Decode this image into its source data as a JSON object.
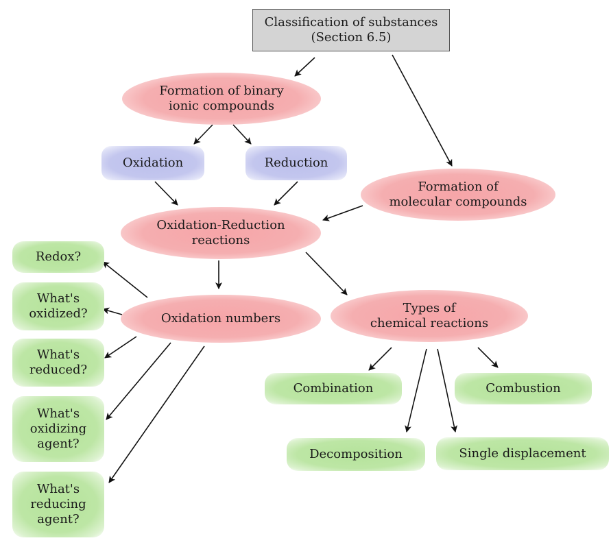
{
  "diagram": {
    "colors": {
      "root_fill": "#d4d4d4",
      "root_border": "#555555",
      "red_node": "#f6a5a8",
      "blue_node": "#bcc0ec",
      "green_node": "#b5e39b",
      "arrow": "#111111"
    },
    "nodes": {
      "classification": "Classification of substances\n(Section 6.5)",
      "binary_ionic": "Formation of binary\nionic compounds",
      "oxidation": "Oxidation",
      "reduction": "Reduction",
      "molecular": "Formation of\nmolecular compounds",
      "redox_reactions": "Oxidation-Reduction\nreactions",
      "oxidation_numbers": "Oxidation numbers",
      "types_reactions": "Types of\nchemical reactions",
      "q_redox": "Redox?",
      "q_oxidized": "What's\noxidized?",
      "q_reduced": "What's\nreduced?",
      "q_oxidizing_agent": "What's\noxidizing\nagent?",
      "q_reducing_agent": "What's\nreducing\nagent?",
      "combination": "Combination",
      "combustion": "Combustion",
      "decomposition": "Decomposition",
      "single_displacement": "Single displacement"
    }
  }
}
